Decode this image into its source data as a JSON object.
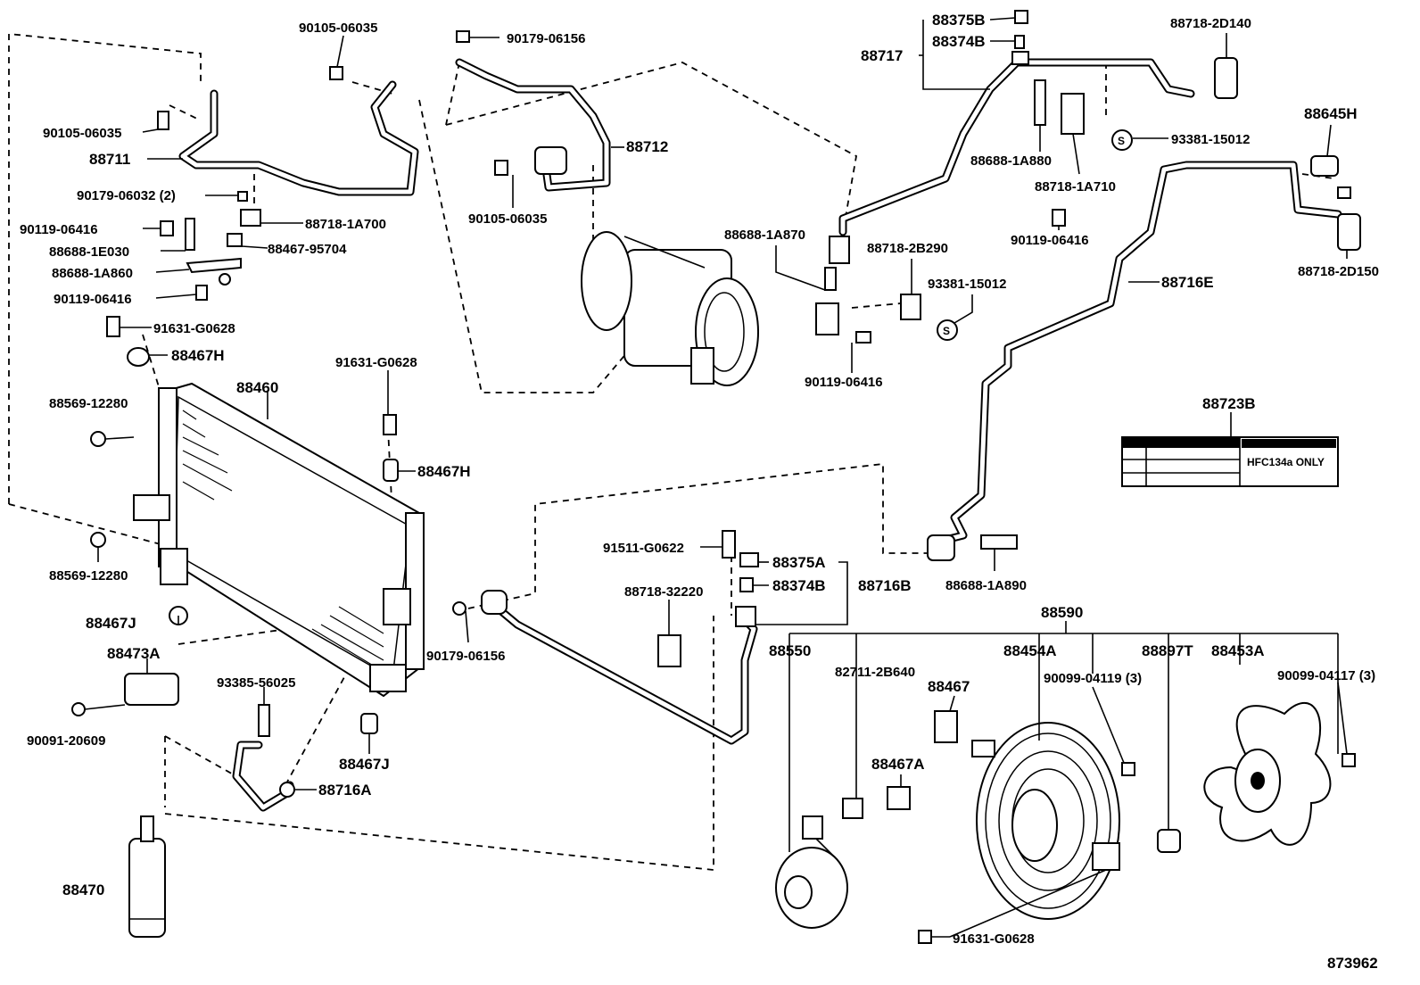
{
  "diagram": {
    "figure_number": "873962",
    "labels": {
      "p90105_06035_top": "90105-06035",
      "p90105_06035_left": "90105-06035",
      "p88711": "88711",
      "p90179_06032": "90179-06032 (2)",
      "p90119_06416_a": "90119-06416",
      "p88688_1E030": "88688-1E030",
      "p88688_1A860": "88688-1A860",
      "p90119_06416_b": "90119-06416",
      "p88718_1A700": "88718-1A700",
      "p88467_95704": "88467-95704",
      "p91631_G0628_a": "91631-G0628",
      "p88467H_a": "88467H",
      "p88569_12280_a": "88569-12280",
      "p88460": "88460",
      "p91631_G0628_b": "91631-G0628",
      "p88467H_b": "88467H",
      "p88569_12280_b": "88569-12280",
      "p88467J_a": "88467J",
      "p88473A": "88473A",
      "p90091_20609": "90091-20609",
      "p93385_56025": "93385-56025",
      "p88467J_b": "88467J",
      "p88716A": "88716A",
      "p88470": "88470",
      "p90179_06156_top": "90179-06156",
      "p88712": "88712",
      "p90105_06035_mid": "90105-06035",
      "p90179_06156_bot": "90179-06156",
      "p91511_G0622": "91511-G0622",
      "p88375A": "88375A",
      "p88374B_mid": "88374B",
      "p88716B": "88716B",
      "p88718_32220": "88718-32220",
      "p88550": "88550",
      "p82711_2B640": "82711-2B640",
      "p88467": "88467",
      "p88467A": "88467A",
      "p88454A": "88454A",
      "p90099_04119": "90099-04119 (3)",
      "p88897T": "88897T",
      "p88453A": "88453A",
      "p90099_04117": "90099-04117 (3)",
      "p88590": "88590",
      "p91631_G0628_c": "91631-G0628",
      "p88375B": "88375B",
      "p88374B_top": "88374B",
      "p88717": "88717",
      "p88718_2D140": "88718-2D140",
      "p88688_1A880": "88688-1A880",
      "p93381_15012_a": "93381-15012",
      "p88718_1A710": "88718-1A710",
      "p90119_06416_c": "90119-06416",
      "p88645H": "88645H",
      "p88718_2D150": "88718-2D150",
      "p88688_1A870": "88688-1A870",
      "p88718_2B290": "88718-2B290",
      "p93381_15012_b": "93381-15012",
      "p90119_06416_d": "90119-06416",
      "p88716E": "88716E",
      "p88723B": "88723B",
      "p88688_1A890": "88688-1A890",
      "label_refrigerant": "HFC134a ONLY",
      "s_mark": "S"
    }
  }
}
